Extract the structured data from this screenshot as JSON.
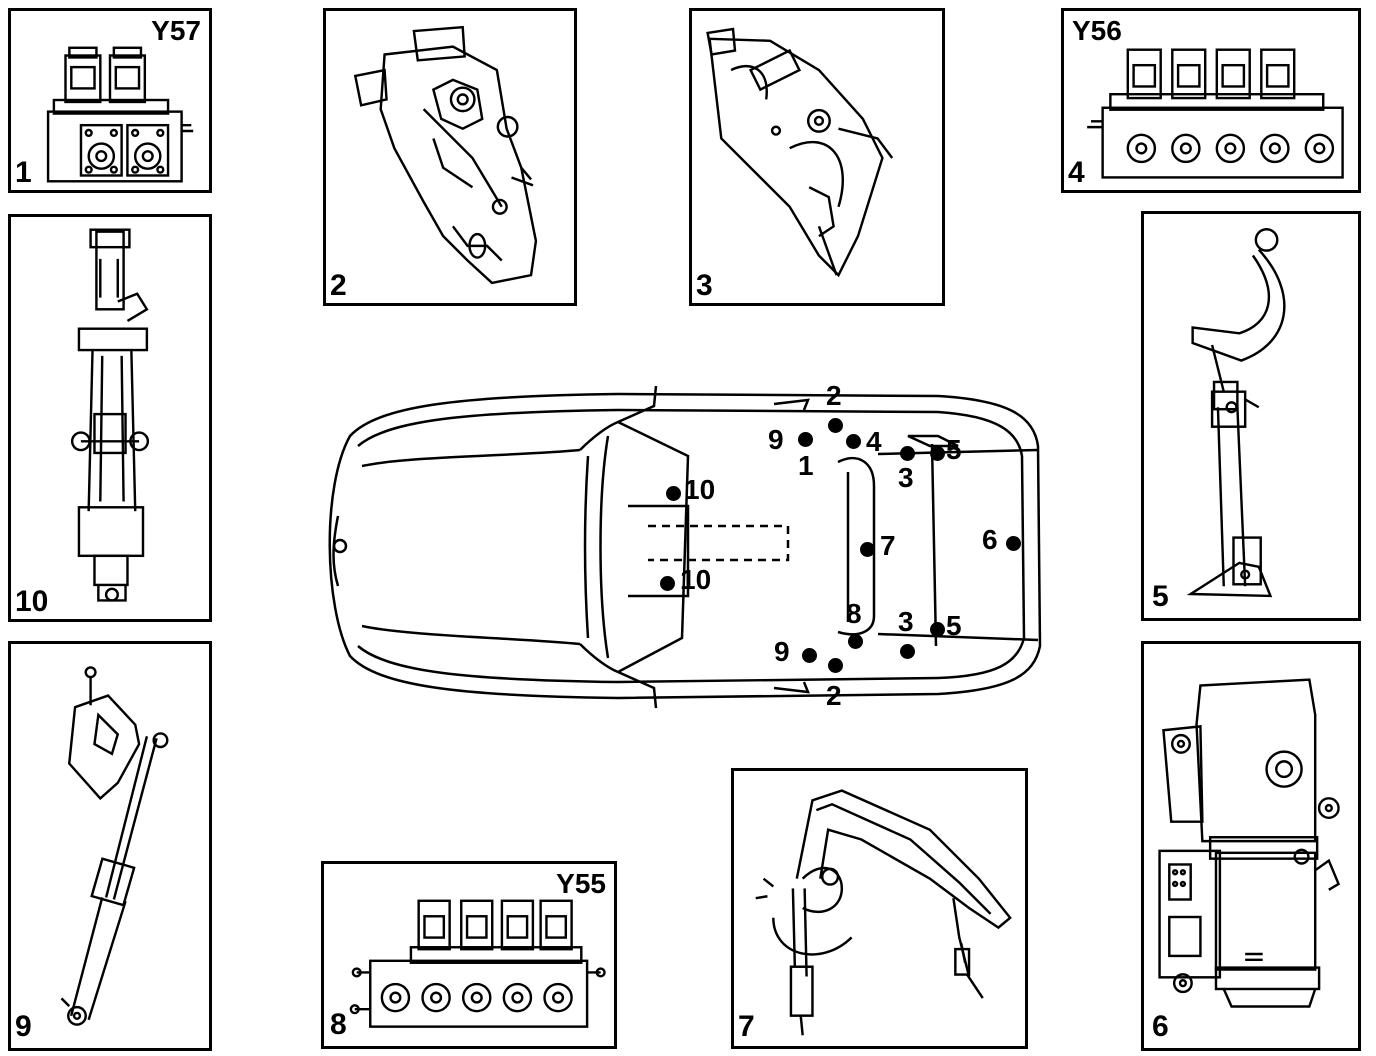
{
  "panels": {
    "p1": {
      "number": "1",
      "code": "Y57"
    },
    "p2": {
      "number": "2"
    },
    "p3": {
      "number": "3"
    },
    "p4": {
      "number": "4",
      "code": "Y56"
    },
    "p5": {
      "number": "5"
    },
    "p6": {
      "number": "6"
    },
    "p7": {
      "number": "7"
    },
    "p8": {
      "number": "8",
      "code": "Y55"
    },
    "p9": {
      "number": "9"
    },
    "p10": {
      "number": "10"
    }
  },
  "car_callouts": {
    "c2_top": "2",
    "c9_top": "9",
    "c1": "1",
    "c4": "4",
    "c5_top": "5",
    "c3_top": "3",
    "c10_top": "10",
    "c7": "7",
    "c6": "6",
    "c10_bottom": "10",
    "c8": "8",
    "c3_bottom": "3",
    "c5_bottom": "5",
    "c9_bottom": "9",
    "c2_bottom": "2"
  },
  "icons": {
    "valve_block": "valve-block-icon",
    "hinge": "hinge-mechanism-icon",
    "hydraulic_cylinder": "hydraulic-cylinder-icon",
    "pump_motor": "pump-motor-icon",
    "roll_bar": "roll-bar-icon",
    "car_top_view": "car-top-view-icon"
  }
}
